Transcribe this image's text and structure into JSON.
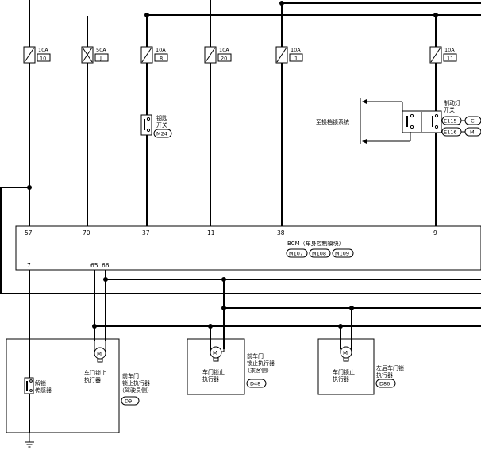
{
  "fuses": [
    {
      "rating": "10A",
      "id": "10"
    },
    {
      "rating": "50A",
      "id": "J"
    },
    {
      "rating": "10A",
      "id": "8"
    },
    {
      "rating": "10A",
      "id": "20"
    },
    {
      "rating": "10A",
      "id": "1"
    },
    {
      "rating": "10A",
      "id": "11"
    }
  ],
  "key_switch": {
    "label_line1": "钥匙",
    "label_line2": "开关",
    "connector": "M24"
  },
  "brake_switch": {
    "label_line1": "制动灯",
    "label_line2": "开关",
    "connectors": [
      "E115",
      "E116"
    ],
    "tags": [
      "C",
      "M"
    ]
  },
  "shift_lock_label": "至换档锁系统",
  "bcm": {
    "title": "BCM（车身控制模块）",
    "connectors": [
      "M107",
      "M108",
      "M109"
    ],
    "top_pins": [
      "57",
      "70",
      "37",
      "11",
      "38",
      "9"
    ],
    "bottom_pins": [
      "7",
      "65",
      "66"
    ]
  },
  "unlock_sensor": {
    "line1": "解锁",
    "line2": "传感器"
  },
  "actuator_driver": {
    "inner_line1": "车门锁止",
    "inner_line2": "执行器",
    "outer_line1": "前车门",
    "outer_line2": "锁止执行器",
    "outer_line3": "（驾驶员侧）",
    "connector": "D9"
  },
  "actuator_passenger": {
    "inner_line1": "车门锁止",
    "inner_line2": "执行器",
    "outer_line1": "前车门",
    "outer_line2": "锁止执行器",
    "outer_line3": "（乘客侧）",
    "connector": "D48"
  },
  "actuator_rear_left": {
    "inner_line1": "车门锁止",
    "inner_line2": "执行器",
    "outer_line1": "左后车门锁",
    "outer_line2": "执行器",
    "connector": "D86"
  },
  "motor_symbol": "M"
}
